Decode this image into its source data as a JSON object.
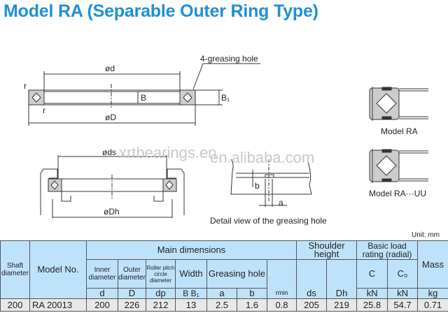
{
  "page": {
    "title": "Model RA (Separable Outer Ring Type)"
  },
  "diagram": {
    "labels": {
      "phi_d": "ød",
      "phi_D": "øD",
      "B": "B",
      "B1": "B₁",
      "r_top": "r",
      "r_bottom": "r",
      "greasing_hole": "4-greasing hole",
      "phi_ds": "øds",
      "phi_Dh": "øDh",
      "detail_b": "b",
      "detail_a": "a",
      "detail_caption": "Detail view of the greasing hole",
      "model_ra": "Model RA",
      "model_ra_uu": "Model RA···UU"
    },
    "watermarks": [
      "xrtbearings.en",
      "en.alibaba.com"
    ]
  },
  "table": {
    "unit": "Unit: mm",
    "headers": {
      "shaft_diameter": "Shaft diameter",
      "model_no": "Model No.",
      "main_dimensions": "Main dimensions",
      "shoulder_height": "Shoulder height",
      "basic_load_rating": "Basic load rating (radial)",
      "mass": "Mass",
      "inner_diameter": "Inner diameter",
      "outer_diameter": "Outer diameter",
      "roller_pcd": "Roller pitch circle diameter",
      "width": "Width",
      "greasing_hole": "Greasing hole",
      "C": "C",
      "C0": "C₀"
    },
    "symbols": {
      "d": "d",
      "D": "D",
      "dp": "dp",
      "BB1": "B B₁",
      "a": "a",
      "b": "b",
      "rmin": "rmin",
      "ds": "ds",
      "Dh": "Dh",
      "C_unit": "kN",
      "C0_unit": "kN",
      "mass_unit": "kg"
    },
    "rows": [
      {
        "shaft": "200",
        "model": "RA 20013",
        "d": "200",
        "D": "226",
        "dp": "212",
        "B": "13",
        "a": "2.5",
        "b": "1.6",
        "rmin": "0.8",
        "ds": "205",
        "Dh": "219",
        "C": "25.8",
        "C0": "54.7",
        "mass": "0.71"
      }
    ]
  }
}
